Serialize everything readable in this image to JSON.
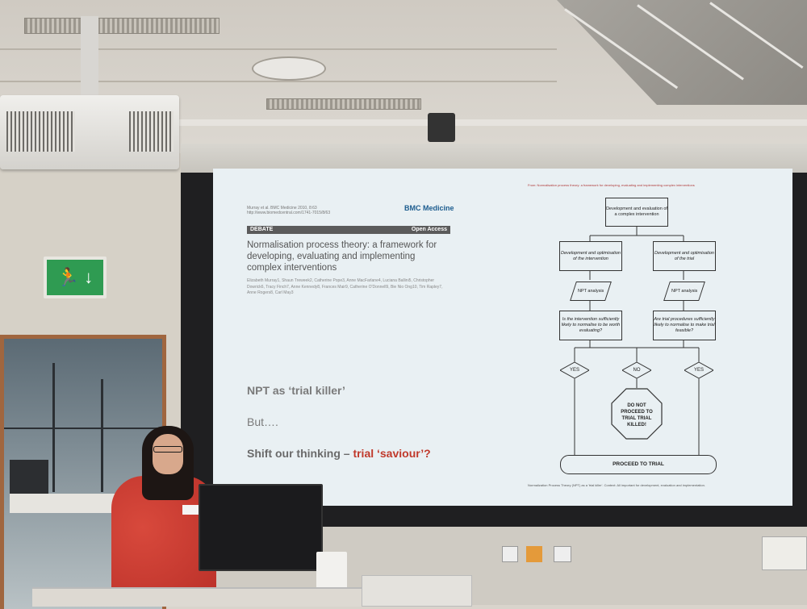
{
  "exit_sign": {
    "glyphs": "🏃 ↓"
  },
  "paper": {
    "meta": "Murray et al. BMC Medicine 2010, 8:63 http://www.biomedcentral.com/1741-7015/8/63",
    "journal": "BMC Medicine",
    "section": "DEBATE",
    "access": "Open Access",
    "title": "Normalisation process theory: a framework for developing, evaluating and implementing complex interventions",
    "authors": "Elizabeth Murray1, Shaun Treweek2, Catherine Pope3, Anne MacFarlane4, Luciana Ballini5, Christopher Dowrick6, Tracy Finch7, Anne Kennedy8, Frances Mair9, Catherine O'Donnell9, Bie Nio Ong10, Tim Rapley7, Anne Rogers8, Carl May3"
  },
  "slide_lines": {
    "line1": "NPT as ‘trial killer’",
    "line2": "But….",
    "line3_prefix": "Shift our thinking – ",
    "line3_highlight": "trial ‘saviour’?"
  },
  "flowchart": {
    "caption_top": "From: Normalisation process theory: a framework for developing, evaluating and implementing complex interventions",
    "caption_bottom": "Normalization Process Theory (NPT) as a 'trial killer'. Context: All important for development, evaluation and implementation.",
    "top_box": "Development and evaluation of a complex intervention",
    "left_box": "Development and optimisation of the intervention",
    "right_box": "Development and optimisation of the trial",
    "npt_left": "NPT analysis",
    "npt_right": "NPT analysis",
    "q_left": "Is the intervention sufficiently likely to normalise to be worth evaluating?",
    "q_right": "Are trial procedures sufficiently likely to normalise to make trial feasible?",
    "yes_left": "YES",
    "no_center": "NO",
    "yes_right": "YES",
    "stop": "DO NOT PROCEED TO TRIAL TRIAL KILLED!",
    "proceed": "PROCEED TO TRIAL"
  }
}
